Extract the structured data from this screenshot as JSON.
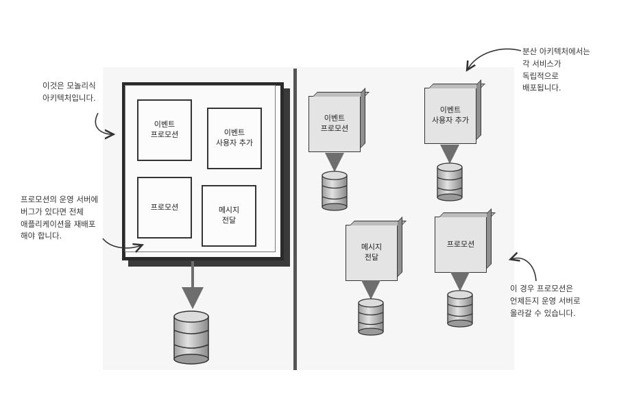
{
  "monolith": {
    "boxes": [
      {
        "id": "event-promotion",
        "label": "이벤트\n프로모션"
      },
      {
        "id": "add-event-user",
        "label": "이벤트\n사용자 추가"
      },
      {
        "id": "promotion",
        "label": "프로모션"
      },
      {
        "id": "message-delivery",
        "label": "메시지\n전달"
      }
    ]
  },
  "distributed": {
    "services": [
      {
        "id": "event-promotion",
        "label": "이벤트\n프로모션"
      },
      {
        "id": "add-event-user",
        "label": "이벤트\n사용자 추가"
      },
      {
        "id": "message-delivery",
        "label": "메시지\n전달"
      },
      {
        "id": "promotion",
        "label": "프로모션"
      }
    ]
  },
  "notes": {
    "monolith_arch": "이것은 모놀리식\n아키텍처입니다.",
    "redeploy": "프로모션의 운영 서버에\n버그가 있다면 전체\n애플리케이션을 재배포\n해야 합니다.",
    "distributed_arch": "분산 아키텍처에서는\n각 서비스가\n독립적으로\n배포됩니다.",
    "promotion_independent": "이 경우 프로모션은\n언제든지 운영 서버로\n올라갈 수 있습니다."
  },
  "colors": {
    "arrow": "#6e6e6e",
    "cube_face": "#e4e4e4",
    "db_body": "#c8c8c8",
    "divider": "#555555"
  }
}
